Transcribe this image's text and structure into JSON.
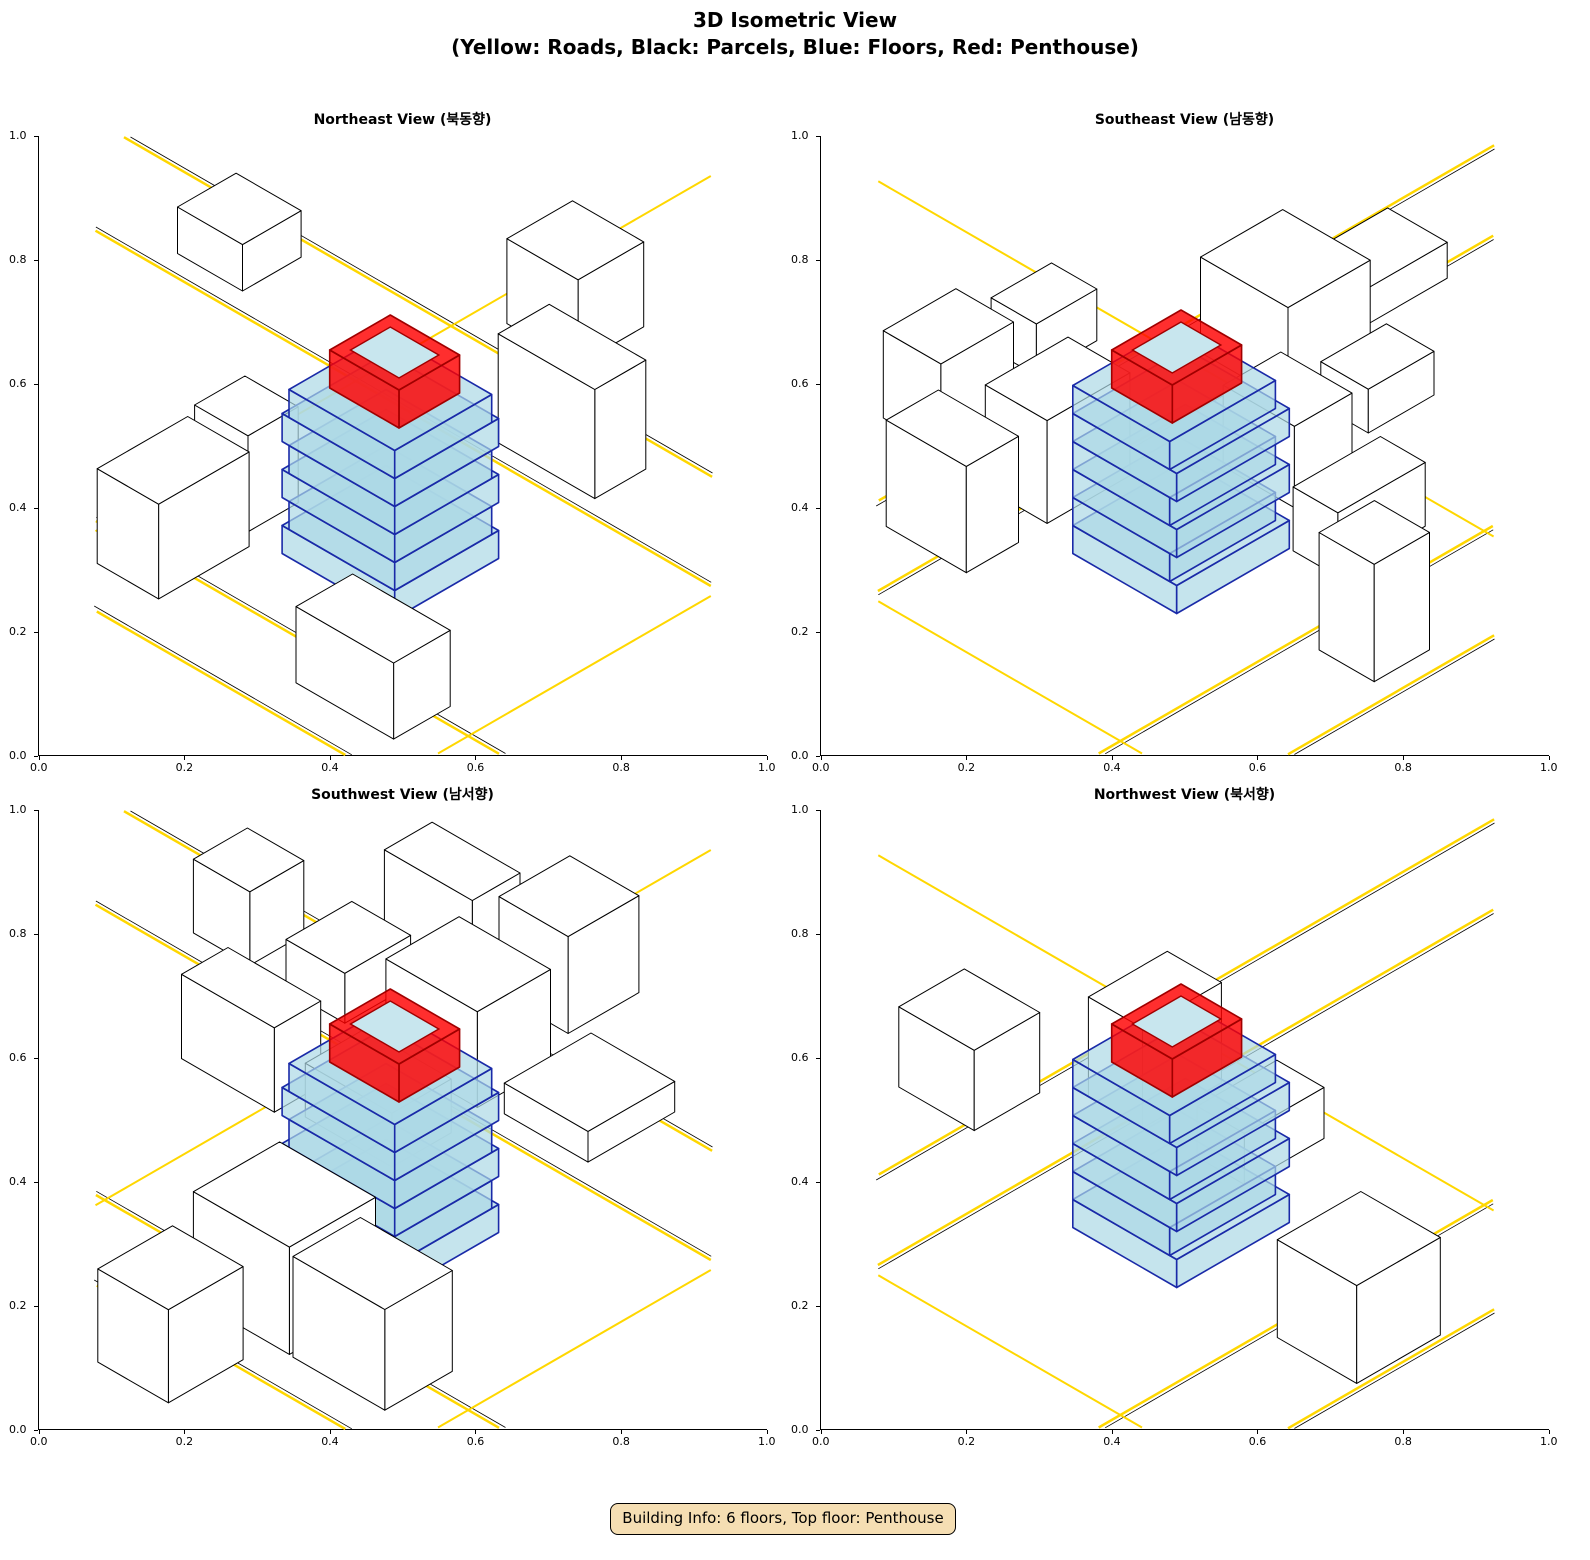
{
  "figure": {
    "title_line1": "3D Isometric View",
    "title_line2": "(Yellow: Roads, Black: Parcels, Blue: Floors, Red: Penthouse)"
  },
  "panels": [
    {
      "title": "Northeast View (북동향)"
    },
    {
      "title": "Southeast View (남동향)"
    },
    {
      "title": "Southwest View (남서향)"
    },
    {
      "title": "Northwest View (북서향)"
    }
  ],
  "axis": {
    "x_ticks": [
      "0.0",
      "0.2",
      "0.4",
      "0.6",
      "0.8",
      "1.0"
    ],
    "y_ticks": [
      "0.0",
      "0.2",
      "0.4",
      "0.6",
      "0.8",
      "1.0"
    ],
    "xlim": [
      0,
      1
    ],
    "ylim": [
      0,
      1
    ]
  },
  "building": {
    "floors": 6,
    "top_floor": "Penthouse"
  },
  "info_label": "Building Info: 6 floors, Top floor: Penthouse",
  "colors": {
    "road": "#ffd700",
    "parcel": "#000000",
    "floor_fill": "#add8e6",
    "floor_edge": "#1a2aa8",
    "penthouse": "#ff0000"
  }
}
